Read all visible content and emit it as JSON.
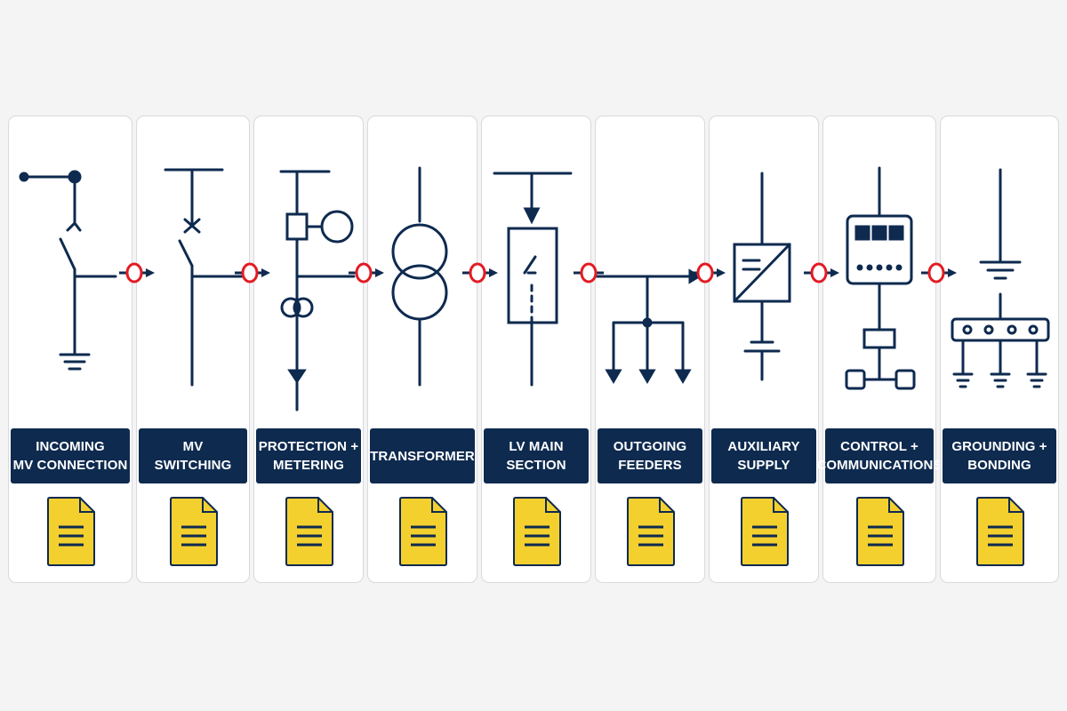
{
  "colors": {
    "navy": "#0e2a4f",
    "connector_red": "#e31b23",
    "doc_yellow": "#f4d02f",
    "card_border": "#d9d9de",
    "background": "#f4f4f5"
  },
  "stages": [
    {
      "label": "INCOMING\nMV CONNECTION",
      "icon": "incoming-mv-connection-icon",
      "doc_icon": "document-icon"
    },
    {
      "label": "MV\nSWITCHING",
      "icon": "mv-switch-icon",
      "doc_icon": "document-icon"
    },
    {
      "label": "PROTECTION +\nMETERING",
      "icon": "protection-metering-icon",
      "doc_icon": "document-icon"
    },
    {
      "label": "TRANSFORMER",
      "icon": "transformer-icon",
      "doc_icon": "document-icon"
    },
    {
      "label": "LV MAIN\nSECTION",
      "icon": "lv-main-breaker-icon",
      "doc_icon": "document-icon"
    },
    {
      "label": "OUTGOING\nFEEDERS",
      "icon": "outgoing-feeders-icon",
      "doc_icon": "document-icon"
    },
    {
      "label": "AUXILIARY\nSUPPLY",
      "icon": "auxiliary-supply-icon",
      "doc_icon": "document-icon"
    },
    {
      "label": "CONTROL +\nCOMMUNICATIONS",
      "icon": "control-communications-icon",
      "doc_icon": "document-icon"
    },
    {
      "label": "GROUNDING +\nBONDING",
      "icon": "grounding-bonding-icon",
      "doc_icon": "document-icon"
    }
  ],
  "connectors": [
    {
      "icon": "connector-node-arrow-icon"
    },
    {
      "icon": "connector-node-arrow-icon"
    },
    {
      "icon": "connector-node-arrow-icon"
    },
    {
      "icon": "connector-node-arrow-icon"
    },
    {
      "icon": "connector-node-arrow-icon"
    },
    {
      "icon": "connector-node-arrow-icon"
    },
    {
      "icon": "connector-node-arrow-icon"
    },
    {
      "icon": "connector-node-arrow-icon"
    }
  ]
}
